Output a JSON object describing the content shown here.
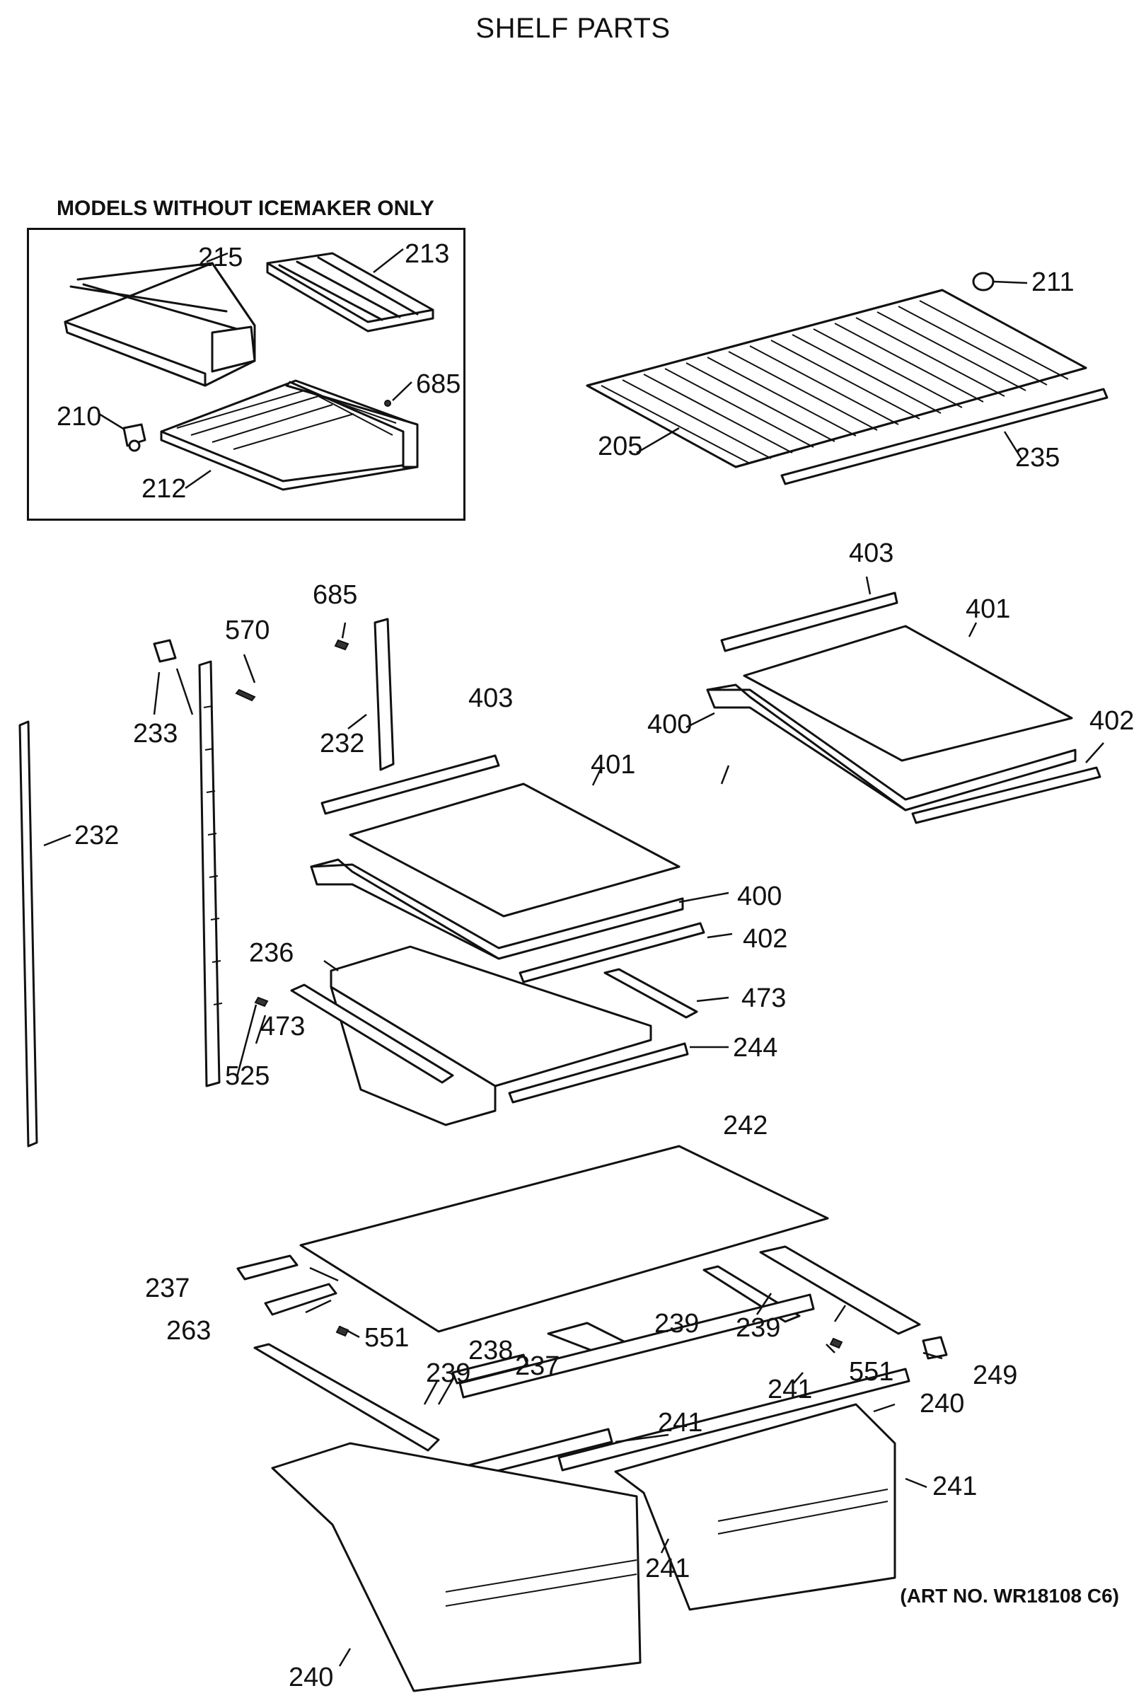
{
  "title": "SHELF PARTS",
  "inset": {
    "title": "MODELS WITHOUT ICEMAKER ONLY"
  },
  "art_number": "(ART NO. WR18108 C6)",
  "labels": {
    "p215": "215",
    "p213": "213",
    "p685a": "685",
    "p210": "210",
    "p212": "212",
    "p211": "211",
    "p205": "205",
    "p235": "235",
    "p403a": "403",
    "p401a": "401",
    "p400a": "400",
    "p402a": "402",
    "p685b": "685",
    "p570": "570",
    "p233": "233",
    "p232a": "232",
    "p232b": "232",
    "p403b": "403",
    "p401b": "401",
    "p400b": "400",
    "p402b": "402",
    "p236": "236",
    "p473a": "473",
    "p473b": "473",
    "p244": "244",
    "p525": "525",
    "p242": "242",
    "p237a": "237",
    "p263": "263",
    "p551a": "551",
    "p239a": "239",
    "p239b": "239",
    "p239c": "239",
    "p238": "238",
    "p237b": "237",
    "p551b": "551",
    "p249": "249",
    "p241a": "241",
    "p240a": "240",
    "p241b": "241",
    "p241c": "241",
    "p241d": "241",
    "p240b": "240"
  }
}
